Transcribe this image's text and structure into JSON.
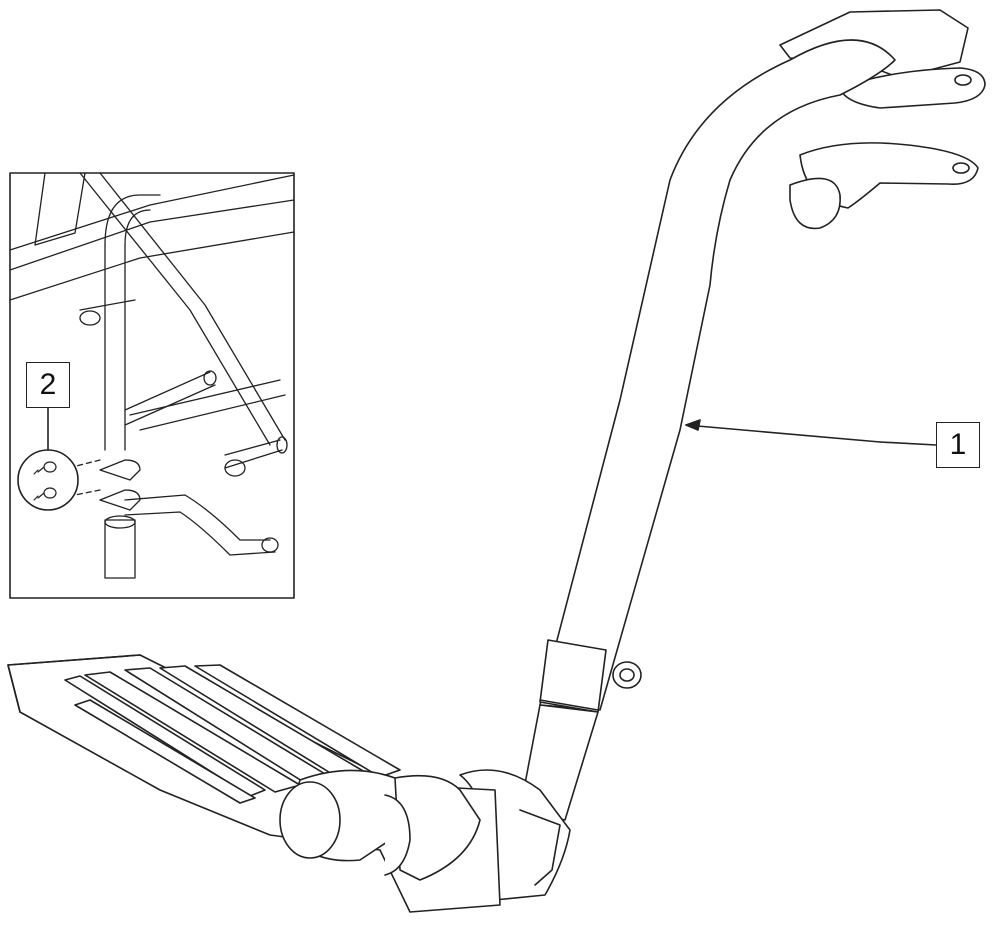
{
  "diagram": {
    "callouts": [
      {
        "id": "1",
        "label": "1",
        "part": "footrest-hanger"
      },
      {
        "id": "2",
        "label": "2",
        "part": "mounting-hardware"
      }
    ],
    "colors": {
      "line": "#222222",
      "fill": "#ffffff",
      "shade": "#e8e8e8"
    }
  }
}
